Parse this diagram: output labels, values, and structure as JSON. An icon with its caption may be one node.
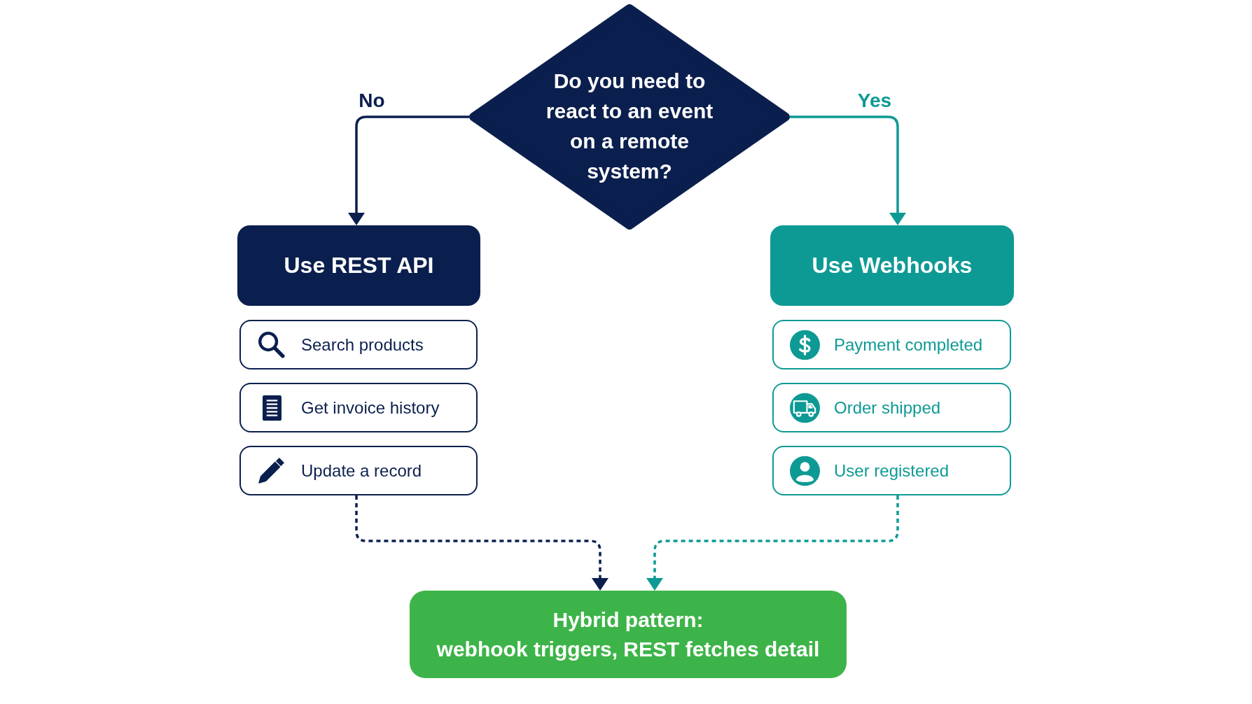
{
  "diagram": {
    "nodes": [
      {
        "text": [
          "Do you need to react to an event on a remote system?"
        ]
      },
      {
        "text": [
          "Use REST API"
        ]
      },
      {
        "text": [
          "Search products"
        ]
      },
      {
        "text": [
          "Get invoice history"
        ]
      },
      {
        "text": [
          "Update a record"
        ]
      },
      {
        "text": [
          "Use Webhooks"
        ]
      },
      {
        "text": [
          "Payment completed"
        ]
      },
      {
        "text": [
          "Order shipped"
        ]
      },
      {
        "text": [
          "User registered"
        ]
      },
      {
        "text": [
          "Hybrid pattern:",
          "webhook triggers, REST fetches detail"
        ]
      }
    ],
    "edges": [
      {
        "from": 0,
        "to": 1,
        "arrow": "to",
        "label": "No"
      },
      {
        "from": 0,
        "to": 5,
        "arrow": "to",
        "label": "Yes",
        "color": "#0e9a94"
      },
      {
        "from": 4,
        "to": 9,
        "arrow": "to",
        "style": "dashed"
      },
      {
        "from": 8,
        "to": 9,
        "arrow": "to",
        "style": "dashed",
        "color": "#0e9a94"
      }
    ]
  }
}
